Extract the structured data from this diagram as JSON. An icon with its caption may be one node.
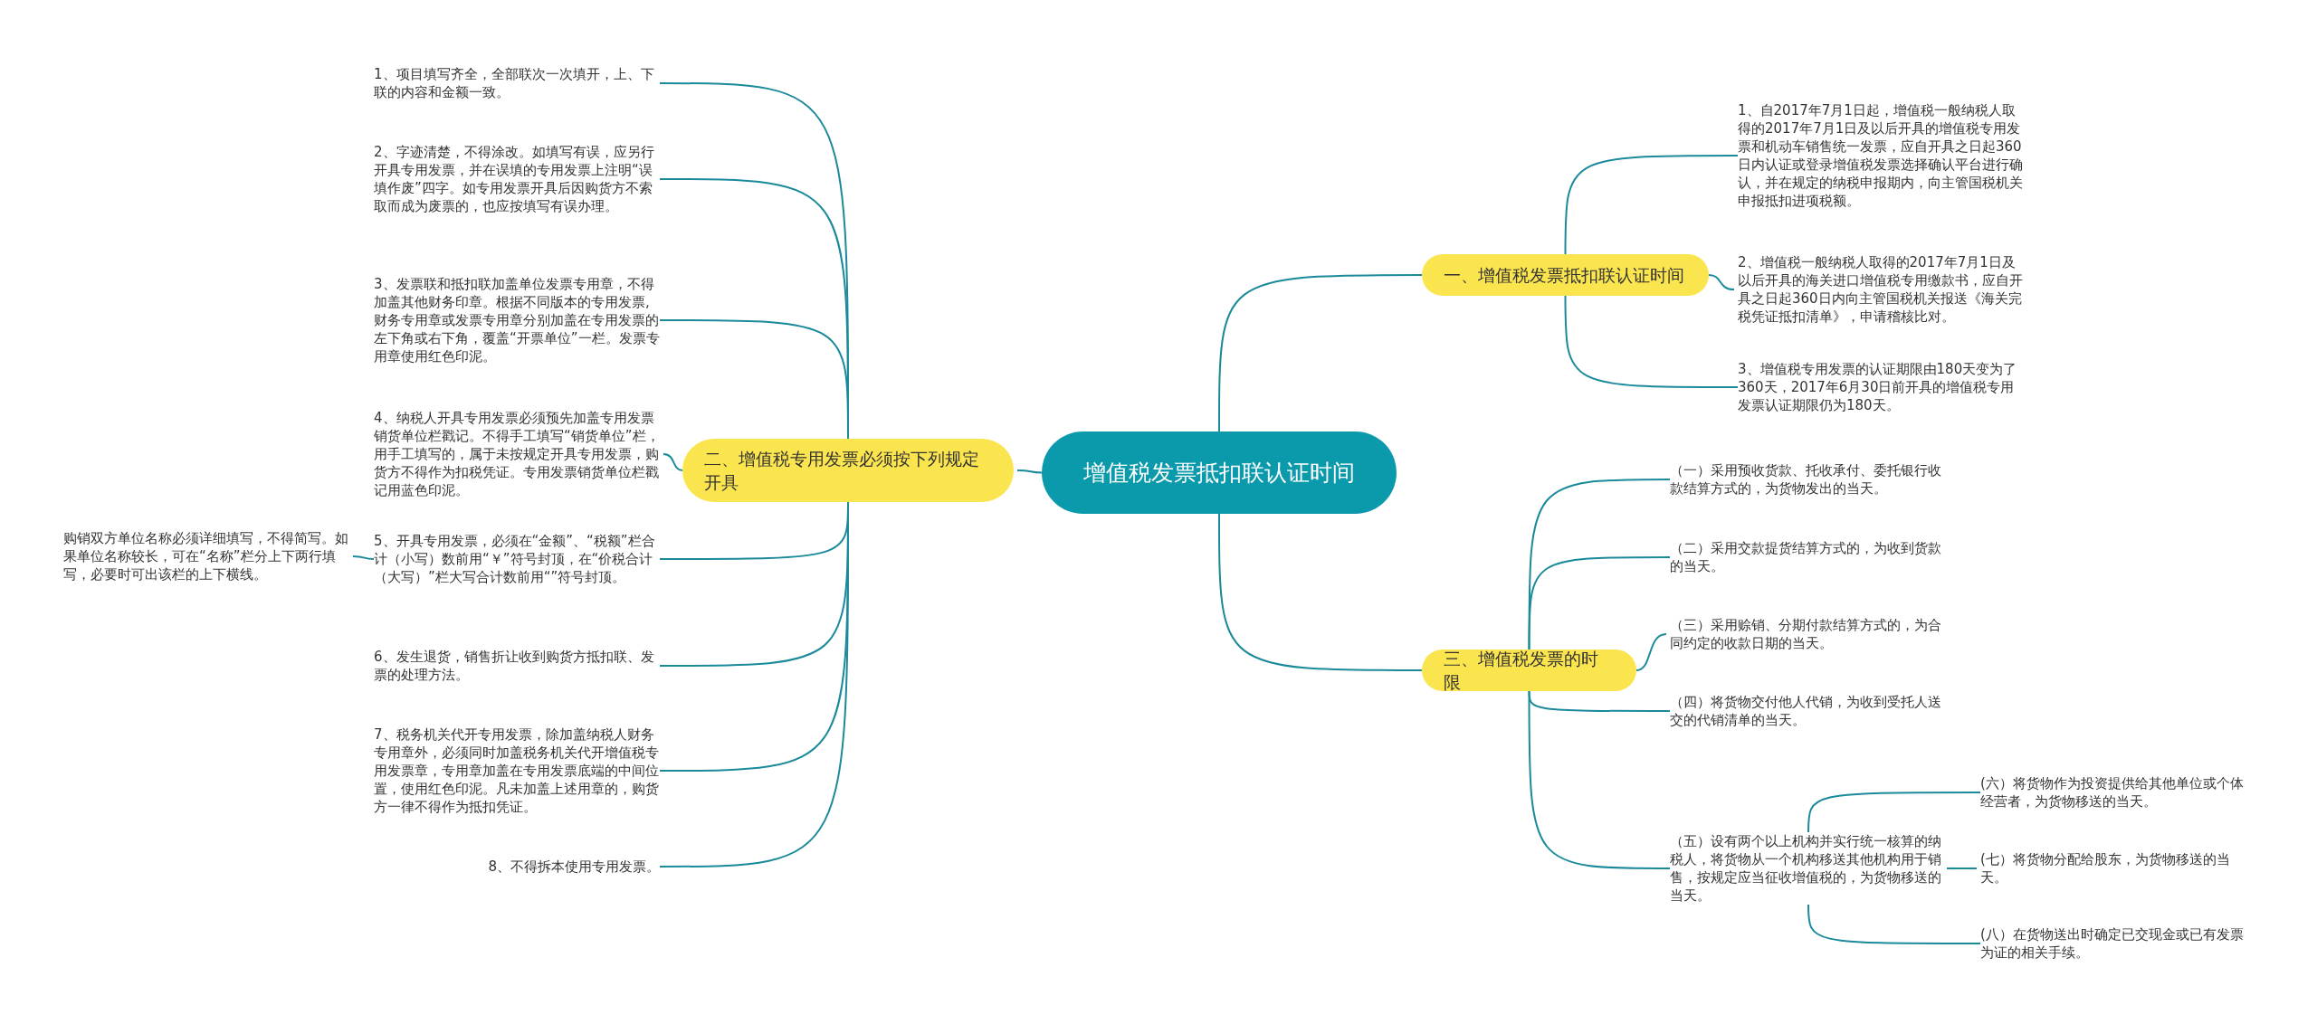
{
  "diagram": {
    "nodes": [
      {
        "text": [
          "增值税发票抵扣联认证时间"
        ]
      },
      {
        "text": [
          "一、增值税发票抵扣联认证时间"
        ]
      },
      {
        "text": [
          "1、自2017年7月1日起，增值税一般纳税人取得的2017年7月1日及以后开具的增值税专用发票和机动车销售统一发票，应自开具之日起360日内认证或登录增值税发票选择确认平台进行确认，并在规定的纳税申报期内，向主管国税机关申报抵扣进项税额。"
        ]
      },
      {
        "text": [
          "2、增值税一般纳税人取得的2017年7月1日及以后开具的海关进口增值税专用缴款书，应自开具之日起360日内向主管国税机关报送《海关完税凭证抵扣清单》，申请稽核比对。"
        ]
      },
      {
        "text": [
          "3、增值税专用发票的认证期限由180天变为了360天，2017年6月30日前开具的增值税专用发票认证期限仍为180天。"
        ]
      },
      {
        "text": [
          "二、增值税专用发票必须按下列规定开具"
        ]
      },
      {
        "text": [
          "1、项目填写齐全，全部联次一次填开，上、下联的内容和金额一致。"
        ]
      },
      {
        "text": [
          "2、字迹清楚，不得涂改。如填写有误，应另行开具专用发票，并在误填的专用发票上注明“误填作废”四字。如专用发票开具后因购货方不索取而成为废票的，也应按填写有误办理。"
        ]
      },
      {
        "text": [
          "3、发票联和抵扣联加盖单位发票专用章，不得加盖其他财务印章。根据不同版本的专用发票,财务专用章或发票专用章分别加盖在专用发票的左下角或右下角，覆盖“开票单位”一栏。发票专用章使用红色印泥。"
        ]
      },
      {
        "text": [
          "4、纳税人开具专用发票必须预先加盖专用发票销货单位栏戳记。不得手工填写“销货单位”栏，用手工填写的，属于未按规定开具专用发票，购货方不得作为扣税凭证。专用发票销货单位栏戳记用蓝色印泥。"
        ]
      },
      {
        "text": [
          "5、开具专用发票，必须在“金额”、“税额”栏合计（小写）数前用“￥”符号封顶，在“价税合计（大写）”栏大写合计数前用“”符号封顶。"
        ]
      },
      {
        "text": [
          "6、发生退货，销售折让收到购货方抵扣联、发票的处理方法。"
        ]
      },
      {
        "text": [
          "7、税务机关代开专用发票，除加盖纳税人财务专用章外，必须同时加盖税务机关代开增值税专用发票章，专用章加盖在专用发票底端的中间位置，使用红色印泥。凡未加盖上述用章的，购货方一律不得作为抵扣凭证。"
        ]
      },
      {
        "text": [
          "8、不得拆本使用专用发票。"
        ]
      },
      {
        "text": [
          "购销双方单位名称必须详细填写，不得简写。如果单位名称较长，可在“名称”栏分上下两行填写，必要时可出该栏的上下横线。"
        ]
      },
      {
        "text": [
          "三、增值税发票的时限"
        ]
      },
      {
        "text": [
          "（一）采用预收货款、托收承付、委托银行收款结算方式的，为货物发出的当天。"
        ]
      },
      {
        "text": [
          "（二）采用交款提货结算方式的，为收到货款的当天。"
        ]
      },
      {
        "text": [
          "（三）采用赊销、分期付款结算方式的，为合同约定的收款日期的当天。"
        ]
      },
      {
        "text": [
          "（四）将货物交付他人代销，为收到受托人送交的代销清单的当天。"
        ]
      },
      {
        "text": [
          "（五）设有两个以上机构并实行统一核算的纳税人，将货物从一个机构移送其他机构用于销售，按规定应当征收增值税的，为货物移送的当天。"
        ]
      },
      {
        "text": [
          "(六）将货物作为投资提供给其他单位或个体经营者，为货物移送的当天。"
        ]
      },
      {
        "text": [
          "(七）将货物分配给股东，为货物移送的当天。"
        ]
      },
      {
        "text": [
          "(八）在货物送出时确定已交现金或已有发票为证的相关手续。"
        ]
      }
    ],
    "edges": [
      {
        "from": 0,
        "to": 1,
        "arrow": "none"
      },
      {
        "from": 1,
        "to": 2,
        "arrow": "none"
      },
      {
        "from": 1,
        "to": 3,
        "arrow": "none"
      },
      {
        "from": 1,
        "to": 4,
        "arrow": "none"
      },
      {
        "from": 0,
        "to": 5,
        "arrow": "none"
      },
      {
        "from": 5,
        "to": 6,
        "arrow": "none"
      },
      {
        "from": 5,
        "to": 7,
        "arrow": "none"
      },
      {
        "from": 5,
        "to": 8,
        "arrow": "none"
      },
      {
        "from": 5,
        "to": 9,
        "arrow": "none"
      },
      {
        "from": 5,
        "to": 10,
        "arrow": "none"
      },
      {
        "from": 5,
        "to": 11,
        "arrow": "none"
      },
      {
        "from": 5,
        "to": 12,
        "arrow": "none"
      },
      {
        "from": 5,
        "to": 13,
        "arrow": "none"
      },
      {
        "from": 10,
        "to": 14,
        "arrow": "none"
      },
      {
        "from": 0,
        "to": 15,
        "arrow": "none"
      },
      {
        "from": 15,
        "to": 16,
        "arrow": "none"
      },
      {
        "from": 15,
        "to": 17,
        "arrow": "none"
      },
      {
        "from": 15,
        "to": 18,
        "arrow": "none"
      },
      {
        "from": 15,
        "to": 19,
        "arrow": "none"
      },
      {
        "from": 15,
        "to": 20,
        "arrow": "none"
      },
      {
        "from": 20,
        "to": 21,
        "arrow": "none"
      },
      {
        "from": 20,
        "to": 22,
        "arrow": "none"
      },
      {
        "from": 20,
        "to": 23,
        "arrow": "none"
      }
    ]
  }
}
